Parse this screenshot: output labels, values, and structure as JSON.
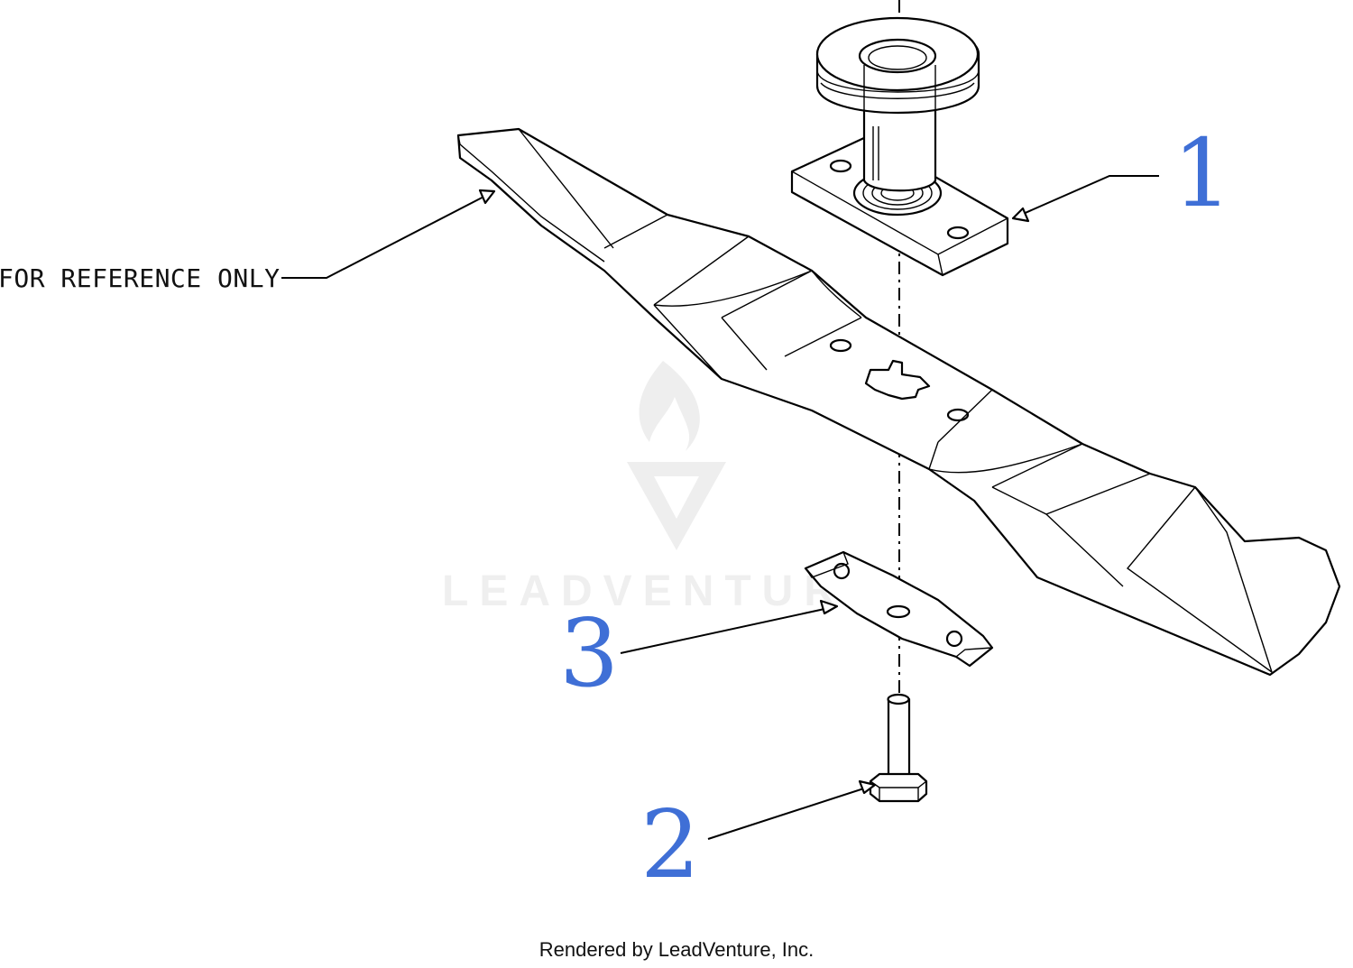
{
  "diagram": {
    "reference_note": "FOR REFERENCE ONLY",
    "footer": "Rendered by LeadVenture, Inc.",
    "watermark": "LEADVENTURE",
    "callouts": [
      {
        "number": "1",
        "part": "spindle pulley and bearing plate"
      },
      {
        "number": "2",
        "part": "blade bolt"
      },
      {
        "number": "3",
        "part": "blade adapter"
      }
    ],
    "colors": {
      "callout": "#3f6fd6",
      "line": "#000000",
      "watermark": "#efefef"
    }
  }
}
